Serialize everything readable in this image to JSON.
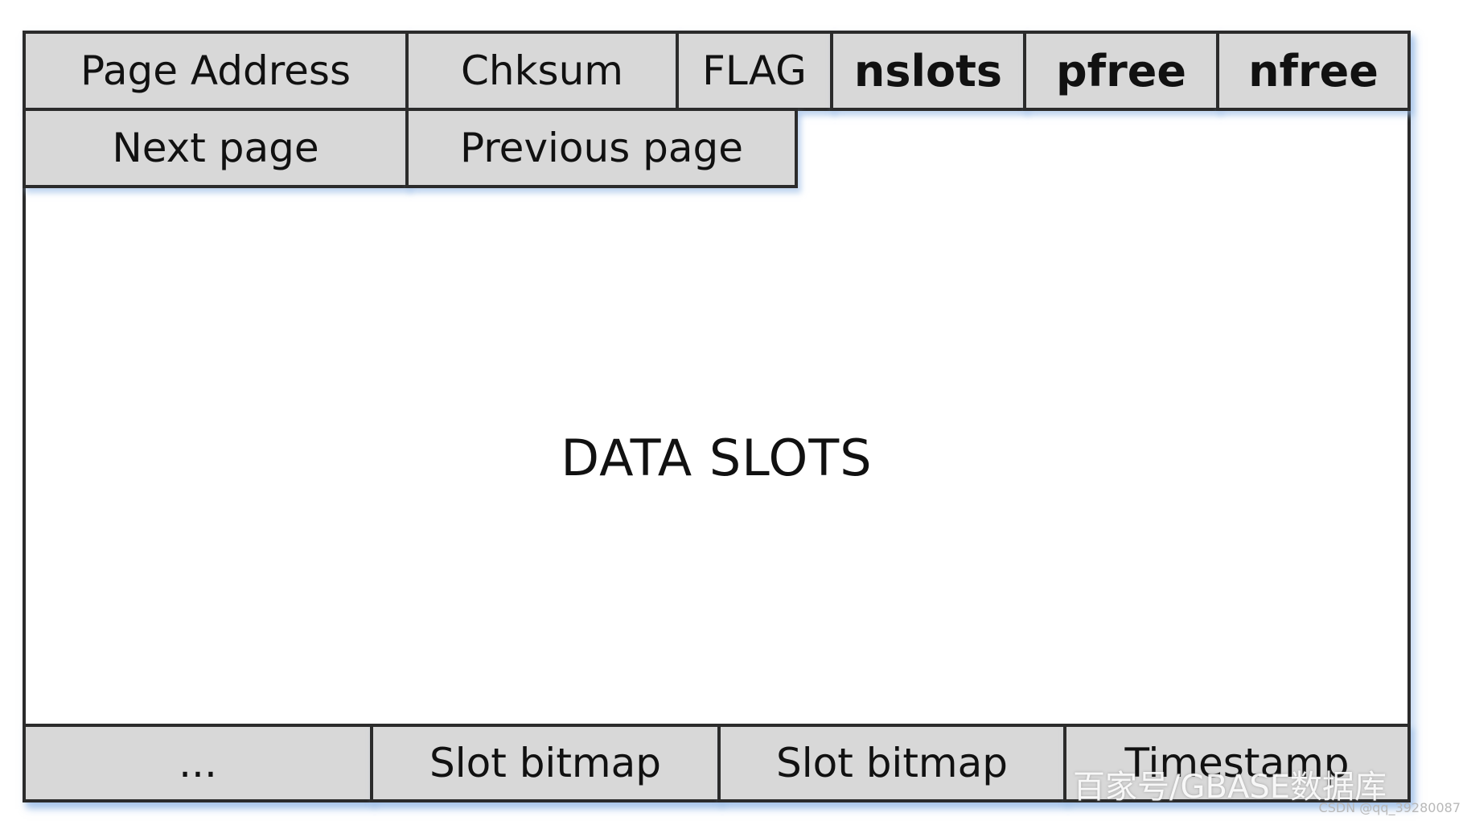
{
  "header_row1": [
    {
      "key": "page_address",
      "label": "Page Address"
    },
    {
      "key": "chksum",
      "label": "Chksum"
    },
    {
      "key": "flag",
      "label": "FLAG"
    },
    {
      "key": "nslots",
      "label": "nslots"
    },
    {
      "key": "pfree",
      "label": "pfree"
    },
    {
      "key": "nfree",
      "label": "nfree"
    }
  ],
  "header_row2": [
    {
      "key": "next_page",
      "label": "Next page"
    },
    {
      "key": "previous_page",
      "label": "Previous page"
    }
  ],
  "body": {
    "label": "DATA SLOTS"
  },
  "footer_row": [
    {
      "key": "ellipsis",
      "label": "..."
    },
    {
      "key": "slot_bitmap_1",
      "label": "Slot bitmap"
    },
    {
      "key": "slot_bitmap_2",
      "label": "Slot bitmap"
    },
    {
      "key": "timestamp",
      "label": "Timestamp"
    }
  ],
  "watermark": {
    "text": "百家号/GBASE数据库",
    "credit": "CSDN @qq_39280087"
  },
  "colors": {
    "cell_fill": "#d8d8d8",
    "border": "#2b2b2b",
    "shadow": "#96b9e6"
  }
}
